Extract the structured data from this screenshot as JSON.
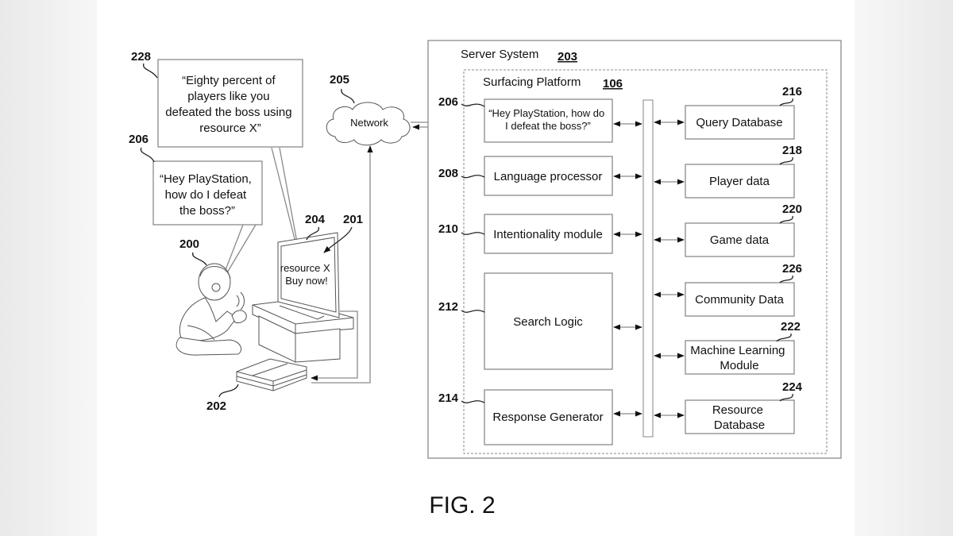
{
  "figure": {
    "caption": "FIG. 2",
    "user_side": {
      "response_bubble": {
        "ref": "228",
        "lines": [
          "“Eighty percent of",
          "players like you",
          "defeated the boss using",
          "resource X”"
        ]
      },
      "query_bubble": {
        "ref": "206",
        "lines": [
          "“Hey PlayStation,",
          "how do I defeat",
          "the boss?”"
        ]
      },
      "user": {
        "ref": "200",
        "icon": "person-sketch"
      },
      "display": {
        "ref": "204",
        "icon": "television-sketch",
        "screen_lines": [
          "resource X",
          "Buy now!"
        ]
      },
      "overlay_ref": "201",
      "console": {
        "ref": "202",
        "icon": "game-console-sketch"
      },
      "network": {
        "ref": "205",
        "label": "Network",
        "icon": "cloud-icon"
      }
    },
    "server": {
      "title": "Server System",
      "ref": "203",
      "platform": {
        "title": "Surfacing Platform",
        "ref": "106",
        "modules": [
          {
            "ref": "206",
            "lines": [
              "“Hey PlayStation, how do",
              "I defeat the boss?”"
            ]
          },
          {
            "ref": "208",
            "lines": [
              "Language processor"
            ]
          },
          {
            "ref": "210",
            "lines": [
              "Intentionality module"
            ]
          },
          {
            "ref": "212",
            "lines": [
              "Search Logic"
            ]
          },
          {
            "ref": "214",
            "lines": [
              "Response Generator"
            ]
          }
        ],
        "data_stores": [
          {
            "ref": "216",
            "lines": [
              "Query Database"
            ]
          },
          {
            "ref": "218",
            "lines": [
              "Player data"
            ]
          },
          {
            "ref": "220",
            "lines": [
              "Game data"
            ]
          },
          {
            "ref": "226",
            "lines": [
              "Community Data"
            ]
          },
          {
            "ref": "222",
            "lines": [
              "Machine Learning",
              "Module"
            ]
          },
          {
            "ref": "224",
            "lines": [
              "Resource",
              "Database"
            ]
          }
        ]
      }
    }
  }
}
